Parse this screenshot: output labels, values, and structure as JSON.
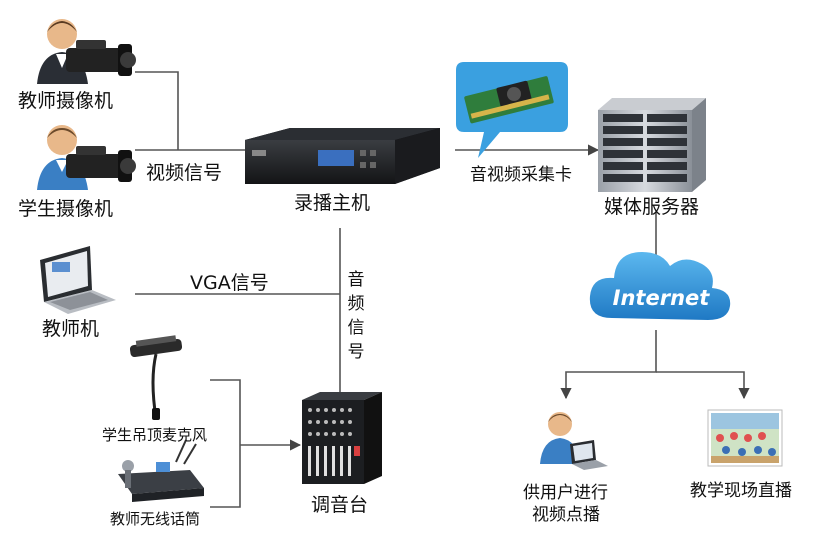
{
  "nodes": {
    "teacher_camera": "教师摄像机",
    "student_camera": "学生摄像机",
    "recorder": "录播主机",
    "teacher_pc": "教师机",
    "student_mic": "学生吊顶麦克风",
    "teacher_mic": "教师无线话筒",
    "mixer": "调音台",
    "media_server": "媒体服务器",
    "vod_line1": "供用户进行",
    "vod_line2": "视频点播",
    "live": "教学现场直播"
  },
  "edges": {
    "video_signal": "视频信号",
    "vga_signal": "VGA信号",
    "audio_signal": [
      "音",
      "频",
      "信",
      "号"
    ],
    "capture_card": "音视频采集卡"
  },
  "cloud_label": "Internet",
  "colors": {
    "line": "#555555",
    "cloud": "#2f8fd8",
    "bubble": "#3aa0e0",
    "device_dark": "#1d1f22",
    "server": "#6f747c"
  }
}
